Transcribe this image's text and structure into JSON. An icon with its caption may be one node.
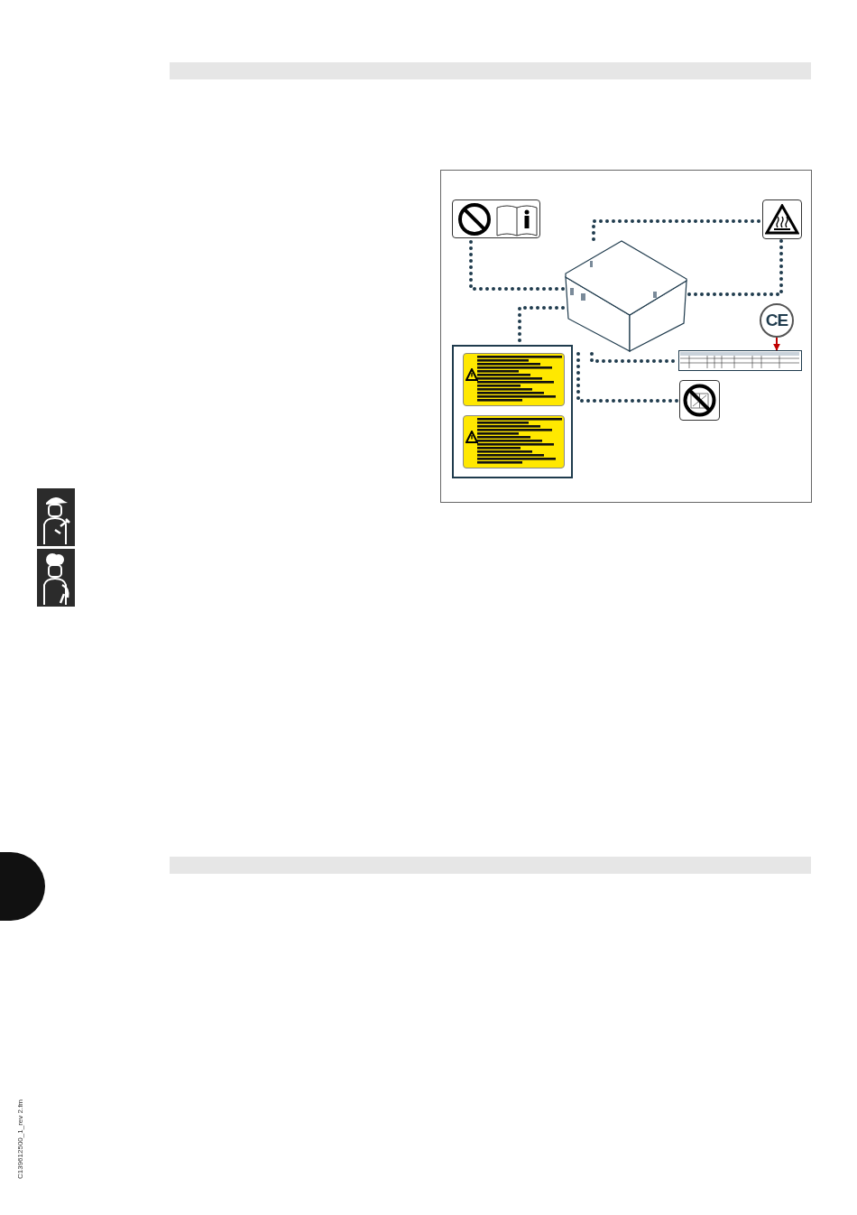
{
  "diagram": {
    "nodes": [
      {
        "text": [],
        "shape": "box"
      },
      {
        "text": [],
        "shape": "box"
      },
      {
        "text": [],
        "shape": "picture"
      },
      {
        "text": [],
        "shape": "box"
      },
      {
        "text": [],
        "shape": "box",
        "in": 3
      },
      {
        "text": [],
        "shape": "box",
        "in": 3
      },
      {
        "text": [],
        "shape": "box"
      },
      {
        "text": [
          "CE"
        ]
      },
      {
        "text": [],
        "shape": "box"
      }
    ],
    "edges": [
      {
        "from": 2,
        "to": 0,
        "arrow": "none",
        "style": "dashed"
      },
      {
        "from": 2,
        "to": 1,
        "arrow": "none",
        "style": "dashed"
      },
      {
        "from": 2,
        "to": 1,
        "arrow": "none",
        "style": "dashed"
      },
      {
        "from": 2,
        "to": 3,
        "arrow": "none",
        "style": "dashed"
      },
      {
        "from": 2,
        "to": 8,
        "arrow": "none",
        "style": "dashed"
      },
      {
        "from": 2,
        "to": 6,
        "arrow": "none",
        "style": "dashed"
      },
      {
        "from": 7,
        "to": 6,
        "arrow": "to",
        "color": "#c00000"
      }
    ],
    "labels": [
      "C139612500_1_rev 2.fm"
    ]
  }
}
